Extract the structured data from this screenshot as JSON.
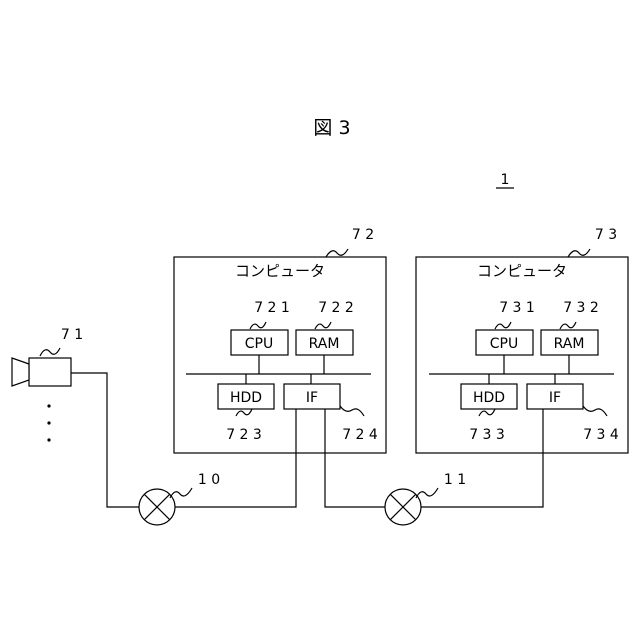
{
  "figure": {
    "title": "図 3",
    "system_ref": "1"
  },
  "camera": {
    "ref": "7 1",
    "ellipsis": "・\n・\n・"
  },
  "computer_a": {
    "ref": "7 2",
    "label": "コンピュータ",
    "cpu": {
      "label": "CPU",
      "ref": "7 2 1"
    },
    "ram": {
      "label": "RAM",
      "ref": "7 2 2"
    },
    "hdd": {
      "label": "HDD",
      "ref": "7 2 3"
    },
    "if": {
      "label": "IF",
      "ref": "7 2 4"
    }
  },
  "computer_b": {
    "ref": "7 3",
    "label": "コンピュータ",
    "cpu": {
      "label": "CPU",
      "ref": "7 3 1"
    },
    "ram": {
      "label": "RAM",
      "ref": "7 3 2"
    },
    "hdd": {
      "label": "HDD",
      "ref": "7 3 3"
    },
    "if": {
      "label": "IF",
      "ref": "7 3 4"
    }
  },
  "network_10": {
    "ref": "1 0"
  },
  "network_11": {
    "ref": "1 1"
  }
}
